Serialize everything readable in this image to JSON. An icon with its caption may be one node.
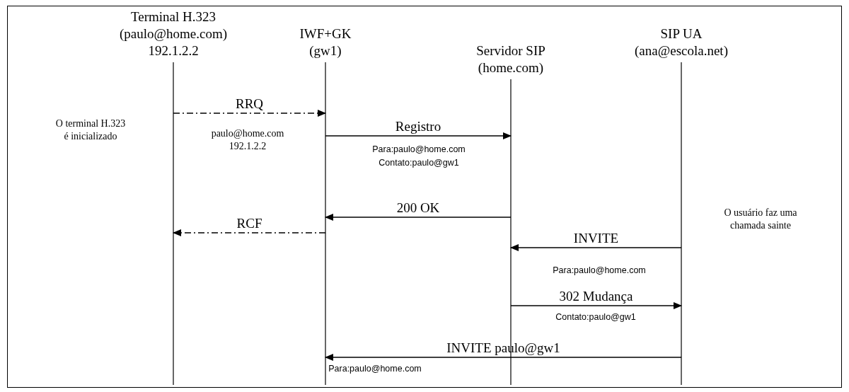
{
  "diagram": {
    "nodes": [
      {
        "text": [
          "Terminal H.323 (paulo@home.com) 192.1.2.2"
        ]
      },
      {
        "text": [
          "IWF+GK (gw1)"
        ]
      },
      {
        "text": [
          "Servidor SIP (home.com)"
        ]
      },
      {
        "text": [
          "SIP UA (ana@escola.net)"
        ]
      }
    ],
    "edges": [
      {
        "from": 0,
        "to": 1,
        "arrow": "to",
        "label": "RRQ",
        "style": "dashed"
      },
      {
        "from": 1,
        "to": 2,
        "arrow": "to",
        "label": "Registro"
      },
      {
        "from": 2,
        "to": 1,
        "arrow": "to",
        "label": "200 OK"
      },
      {
        "from": 1,
        "to": 0,
        "arrow": "to",
        "label": "RCF",
        "style": "dashed"
      },
      {
        "from": 3,
        "to": 2,
        "arrow": "to",
        "label": "INVITE"
      },
      {
        "from": 2,
        "to": 3,
        "arrow": "to",
        "label": "302 Mudança"
      },
      {
        "from": 3,
        "to": 1,
        "arrow": "to",
        "label": "INVITE paulo@gw1"
      }
    ],
    "labels": [
      "O terminal H.323 é inicializado",
      "paulo@home.com 192.1.2.2",
      "Para:paulo@home.com",
      "Contato:paulo@gw1",
      "O usuário faz uma chamada sainte",
      "Para:paulo@home.com",
      "Contato:paulo@gw1",
      "Para:paulo@home.com"
    ]
  }
}
